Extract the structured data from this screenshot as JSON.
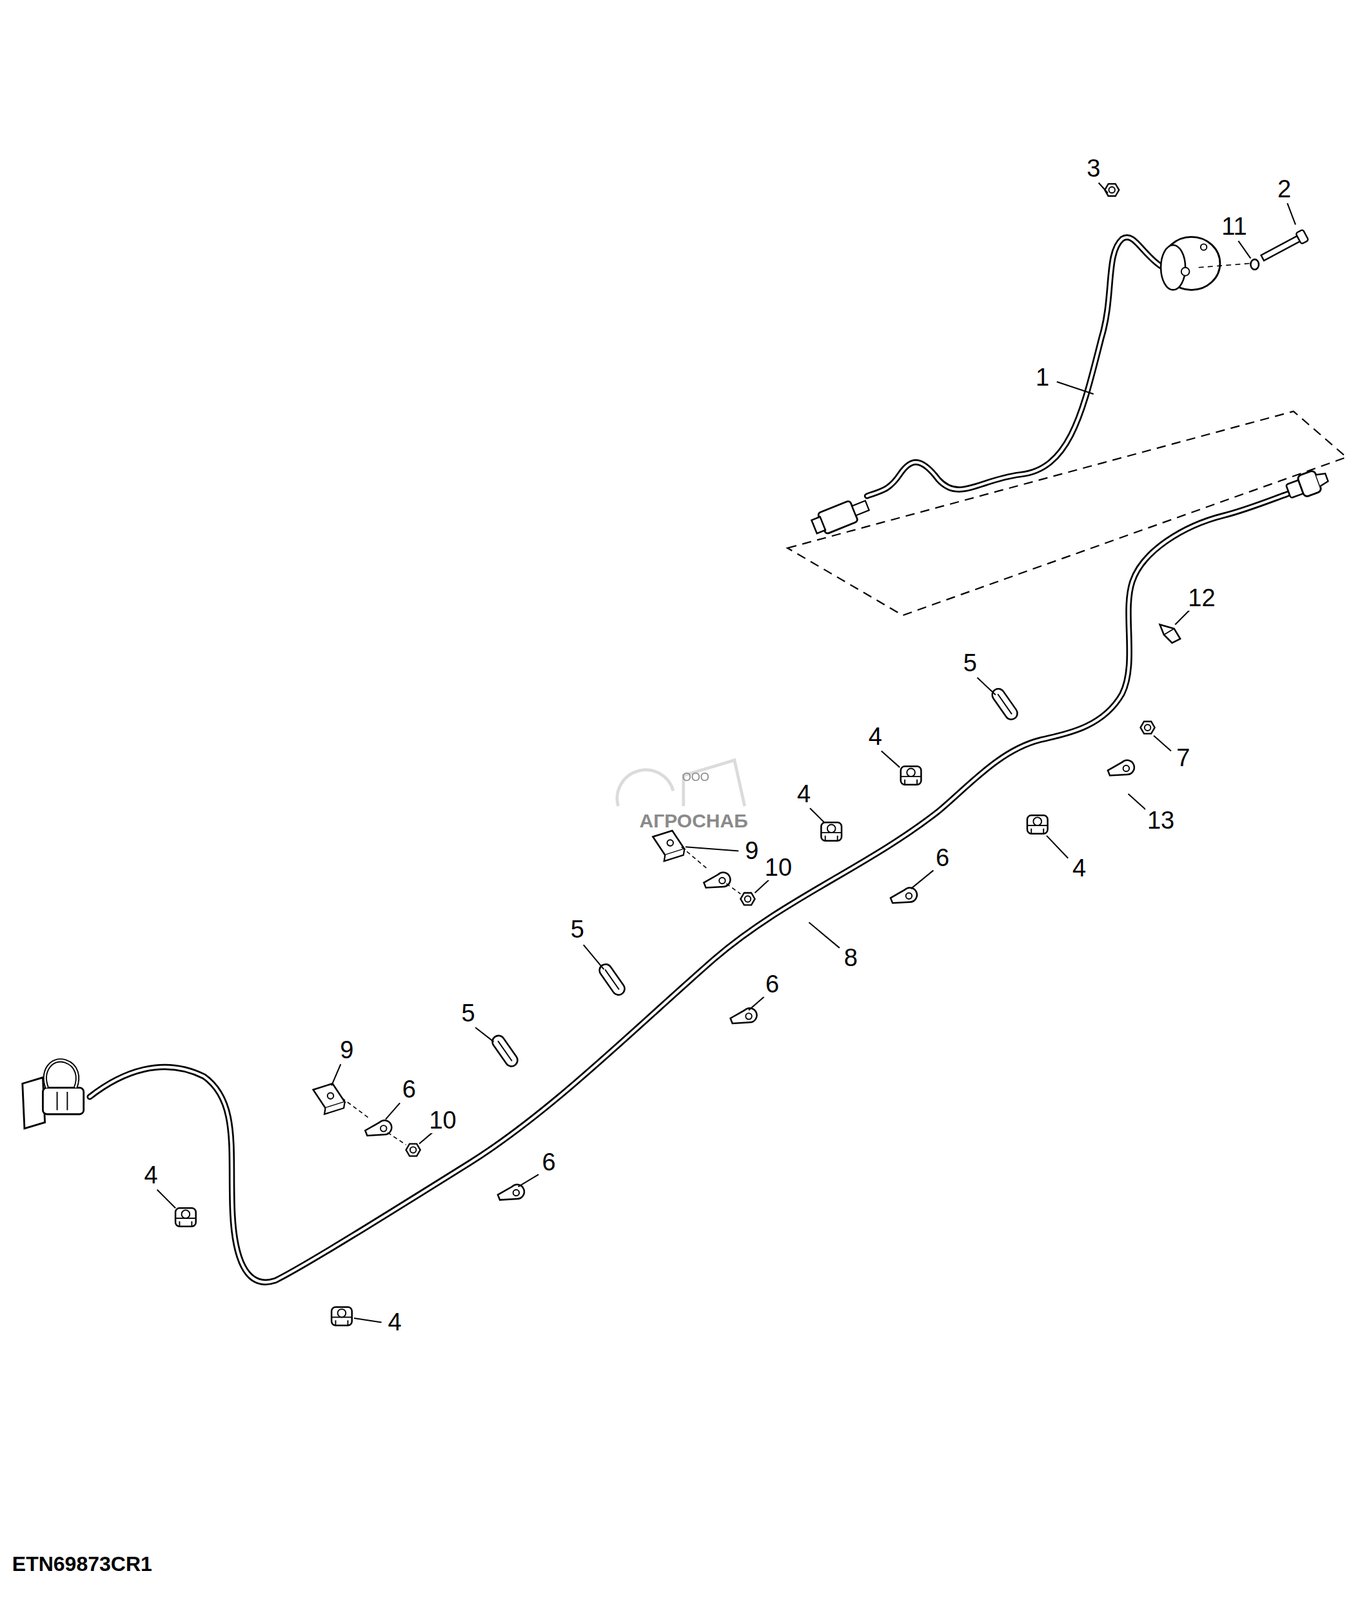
{
  "diagram": {
    "labels": [
      "3",
      "2",
      "11",
      "1",
      "12",
      "5",
      "4",
      "7",
      "4",
      "13",
      "9",
      "10",
      "6",
      "4",
      "8",
      "5",
      "6",
      "5",
      "9",
      "6",
      "10",
      "6",
      "4",
      "4",
      "ETN69873CR1",
      "ООО",
      "АГРОСНАБ"
    ]
  }
}
